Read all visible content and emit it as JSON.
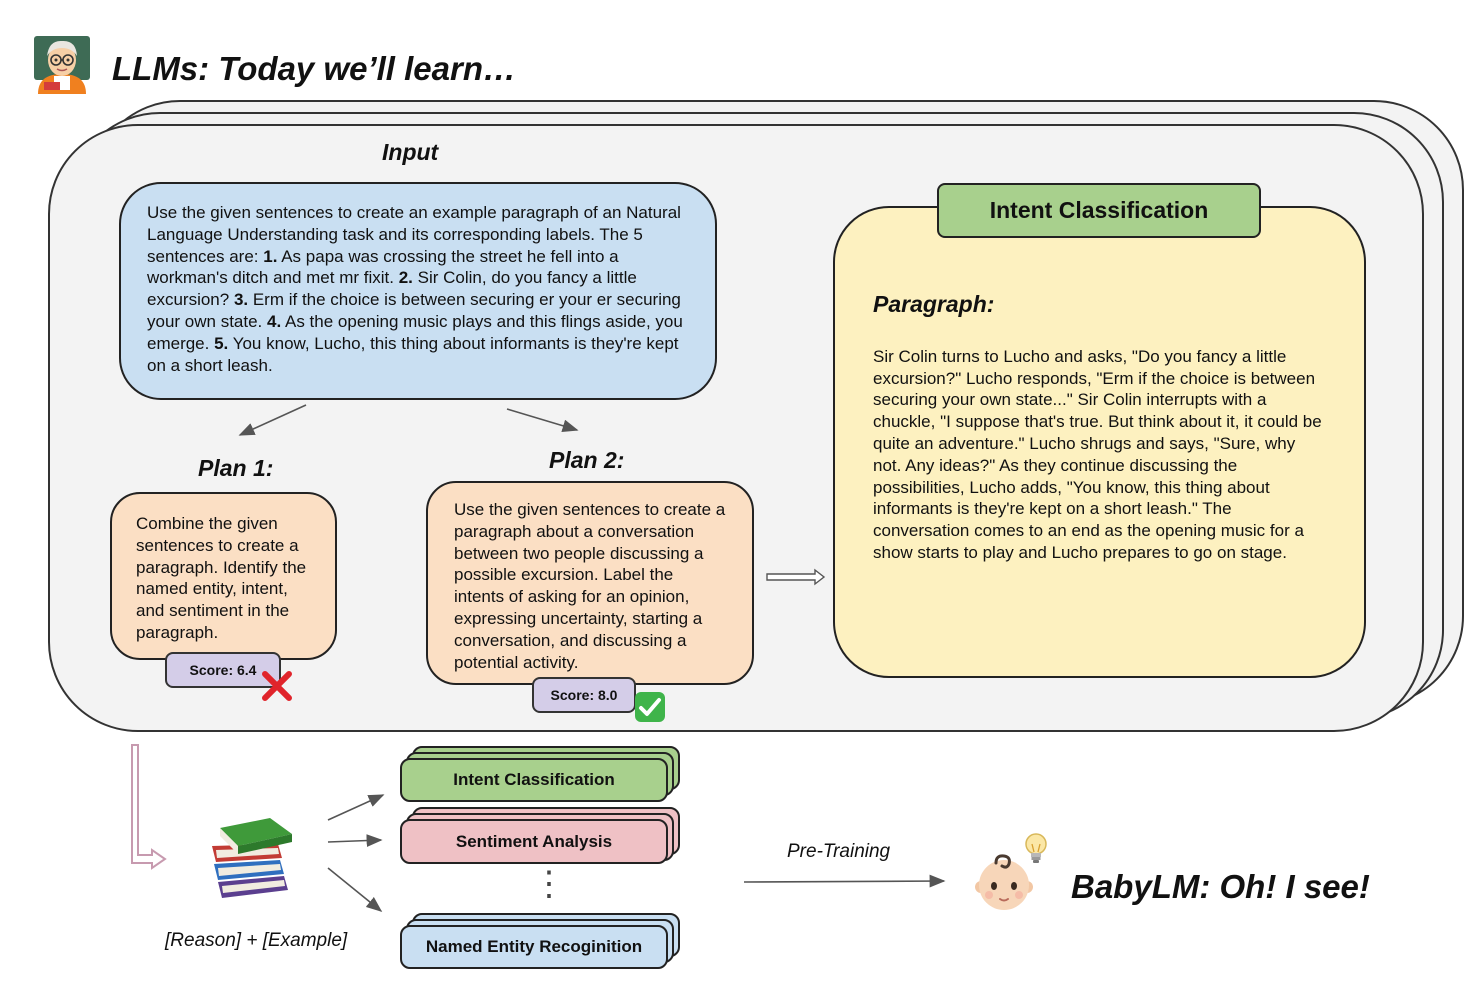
{
  "header": {
    "title": "LLMs: Today we’ll learn…",
    "teacher_icon": "teacher-emoji"
  },
  "input": {
    "heading": "Input",
    "text_segments": [
      {
        "t": "Use the given sentences to create an example paragraph of an Natural Language Understanding task and its corresponding labels. The 5 sentences are: ",
        "b": false
      },
      {
        "t": "1.",
        "b": true
      },
      {
        "t": " As papa was crossing the street he fell into a workman's ditch and met mr fixit. ",
        "b": false
      },
      {
        "t": "2.",
        "b": true
      },
      {
        "t": " Sir Colin, do you fancy a little excursion? ",
        "b": false
      },
      {
        "t": "3.",
        "b": true
      },
      {
        "t": " Erm if the choice is between  securing er your er securing your own state. ",
        "b": false
      },
      {
        "t": "4.",
        "b": true
      },
      {
        "t": " As the opening music plays and this flings aside, you emerge. ",
        "b": false
      },
      {
        "t": "5.",
        "b": true
      },
      {
        "t": " You know, Lucho, this thing about informants is they're kept on a short leash.",
        "b": false
      }
    ]
  },
  "plans": [
    {
      "heading": "Plan 1:",
      "text": "Combine the given sentences to create a paragraph. Identify the named entity, intent, and sentiment in the paragraph.",
      "score": "Score: 6.4",
      "verdict_icon": "cross-mark-icon"
    },
    {
      "heading": "Plan 2:",
      "text": "Use the given sentences to create a paragraph about a conversation between two people discussing a possible excursion. Label the intents of asking for an opinion, expressing uncertainty, starting a conversation, and discussing a potential activity.",
      "score": "Score: 8.0",
      "verdict_icon": "check-mark-icon"
    }
  ],
  "output": {
    "tag": "Intent Classification",
    "heading": "Paragraph:",
    "text": "Sir Colin turns to Lucho and asks, \"Do you fancy a little excursion?\" Lucho responds, \"Erm if the choice is between securing your own state...\" Sir Colin interrupts with a chuckle, \"I suppose that's true. But think about it, it could be quite an adventure.\" Lucho shrugs and says, \"Sure, why not. Any ideas?\" As they continue discussing the possibilities, Lucho adds, \"You know, this thing about informants is they're kept on a short leash.\" The conversation comes to an end as the opening music for a show starts to play and Lucho prepares to go on stage."
  },
  "bottom": {
    "books_icon": "books-emoji",
    "books_caption": "[Reason] + [Example]",
    "tasks": [
      "Intent Classification",
      "Sentiment Analysis",
      "Named Entity Recoginition"
    ],
    "ellipsis": "⋮",
    "pretraining_label": "Pre-Training",
    "baby_icon": "baby-emoji",
    "lightbulb_icon": "lightbulb-emoji",
    "babylm_text": "BabyLM: Oh! I see!"
  },
  "colors": {
    "input_blue": "#c9dff2",
    "plan_orange": "#fbdfc4",
    "output_yellow": "#fdf1c0",
    "tag_green": "#a8d08d",
    "task_pink": "#efc1c5",
    "score_purple": "#d4cde8",
    "card_gray": "#f3f3f3"
  }
}
